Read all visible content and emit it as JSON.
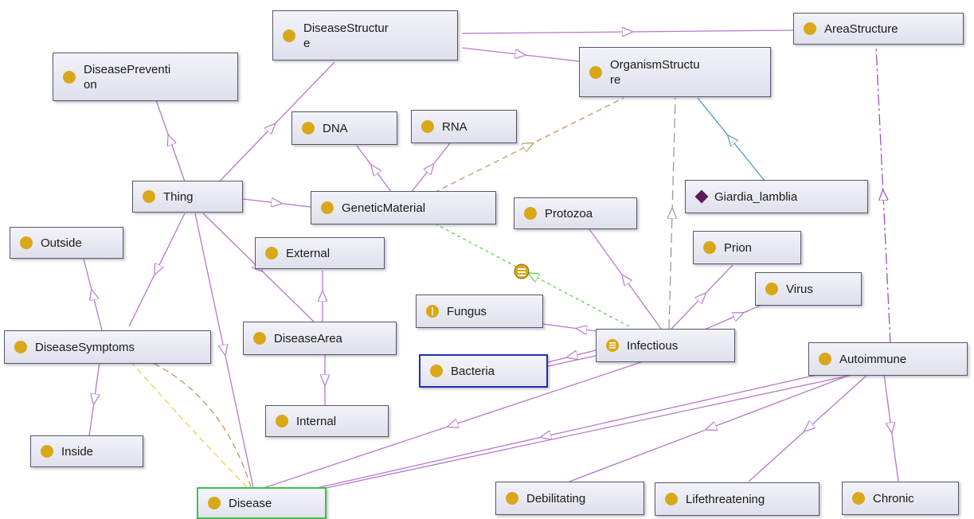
{
  "nodes": {
    "disease_structure": {
      "label": "DiseaseStructur\ne",
      "icon": "class-icon"
    },
    "area_structure": {
      "label": "AreaStructure",
      "icon": "class-icon"
    },
    "organism_structure": {
      "label": "OrganismStructu\nre",
      "icon": "class-icon"
    },
    "disease_prevention": {
      "label": "DiseasePreventi\non",
      "icon": "class-icon"
    },
    "dna": {
      "label": "DNA",
      "icon": "class-icon"
    },
    "rna": {
      "label": "RNA",
      "icon": "class-icon"
    },
    "thing": {
      "label": "Thing",
      "icon": "class-icon"
    },
    "genetic_material": {
      "label": "GeneticMaterial",
      "icon": "class-icon"
    },
    "giardia_lamblia": {
      "label": "Giardia_lamblia",
      "icon": "individual-icon"
    },
    "protozoa": {
      "label": "Protozoa",
      "icon": "class-icon"
    },
    "outside": {
      "label": "Outside",
      "icon": "class-icon"
    },
    "external": {
      "label": "External",
      "icon": "class-icon"
    },
    "prion": {
      "label": "Prion",
      "icon": "class-icon"
    },
    "virus": {
      "label": "Virus",
      "icon": "class-icon"
    },
    "fungus": {
      "label": "Fungus",
      "icon": "class-icon"
    },
    "disease_symptoms": {
      "label": "DiseaseSymptoms",
      "icon": "class-icon"
    },
    "disease_area": {
      "label": "DiseaseArea",
      "icon": "class-icon"
    },
    "infectious": {
      "label": "Infectious",
      "icon": "equivalent-class-icon"
    },
    "bacteria": {
      "label": "Bacteria",
      "icon": "class-icon"
    },
    "autoimmune": {
      "label": "Autoimmune",
      "icon": "class-icon"
    },
    "internal": {
      "label": "Internal",
      "icon": "class-icon"
    },
    "inside": {
      "label": "Inside",
      "icon": "class-icon"
    },
    "disease": {
      "label": "Disease",
      "icon": "class-icon"
    },
    "debilitating": {
      "label": "Debilitating",
      "icon": "class-icon"
    },
    "lifethreatening": {
      "label": "Lifethreatening",
      "icon": "class-icon"
    },
    "chronic": {
      "label": "Chronic",
      "icon": "class-icon"
    }
  },
  "colors": {
    "subclass_edge": "#b777cc",
    "tan_edge": "#c3955a",
    "green_edge": "#55cc44",
    "gray_edge": "#9a9a9a",
    "blue_edge": "#4a9ac4",
    "yellow_edge": "#e8d24a",
    "purple_dashed_edge": "#a050c0",
    "class_icon": "#d9a719",
    "individual_icon": "#5b1a5e",
    "selected_border_blue": "#1f2fb0",
    "selected_border_green": "#3cc14b"
  }
}
